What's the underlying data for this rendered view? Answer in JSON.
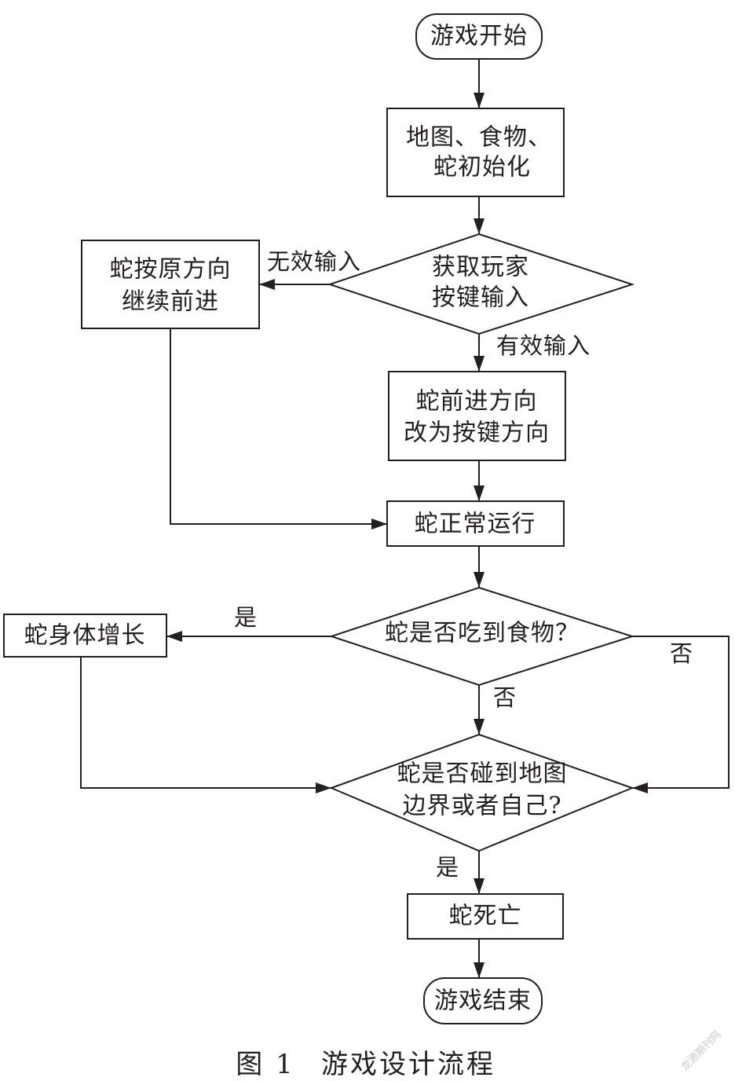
{
  "nodes": {
    "start": {
      "lines": [
        "游戏开始"
      ]
    },
    "init": {
      "lines": [
        "地图、食物、",
        "蛇初始化"
      ]
    },
    "get_input": {
      "lines": [
        "获取玩家",
        "按键输入"
      ]
    },
    "keep_direction": {
      "lines": [
        "蛇按原方向",
        "继续前进"
      ]
    },
    "change_direction": {
      "lines": [
        "蛇前进方向",
        "改为按键方向"
      ]
    },
    "run": {
      "lines": [
        "蛇正常运行"
      ]
    },
    "eat_food": {
      "lines": [
        "蛇是否吃到食物？"
      ]
    },
    "grow": {
      "lines": [
        "蛇身体增长"
      ]
    },
    "collision": {
      "lines": [
        "蛇是否碰到地图",
        "边界或者自己?"
      ]
    },
    "die": {
      "lines": [
        "蛇死亡"
      ]
    },
    "end": {
      "lines": [
        "游戏结束"
      ]
    }
  },
  "edges": {
    "invalid_input": "无效输入",
    "valid_input": "有效输入",
    "eat_yes": "是",
    "eat_no_right": "否",
    "eat_no_down": "否",
    "collide_yes": "是"
  },
  "caption": {
    "label": "图 1",
    "title": "游戏设计流程"
  },
  "watermark": "龙源期刊网",
  "colors": {
    "line": "#231f20",
    "background": "#ffffff"
  }
}
